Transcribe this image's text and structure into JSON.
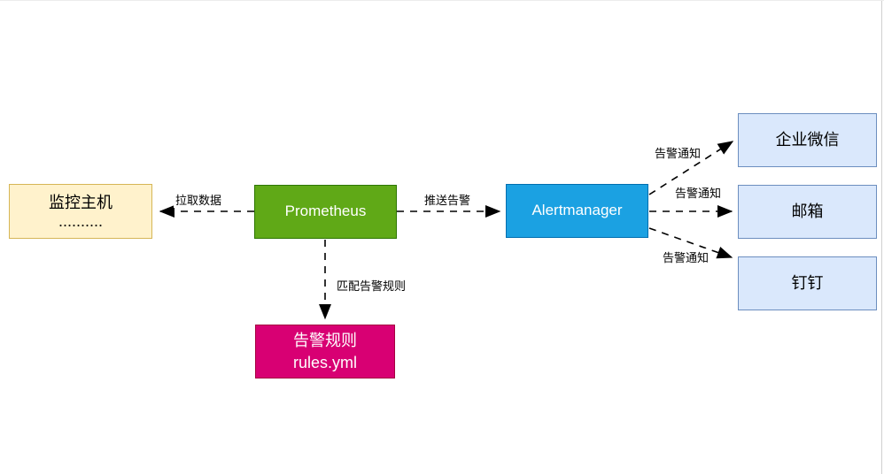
{
  "canvas": {
    "page_border_color": "#cfcfcf"
  },
  "nodes": {
    "monitor_host": {
      "label": "监控主机",
      "sublabel": "..........",
      "fill": "#fff2cc",
      "border": "#d6b656",
      "text_color": "#000000"
    },
    "prometheus": {
      "label": "Prometheus",
      "fill": "#60a917",
      "border": "#2d7600",
      "text_color": "#ffffff"
    },
    "alertmanager": {
      "label": "Alertmanager",
      "fill": "#1ba1e2",
      "border": "#006eaf",
      "text_color": "#ffffff"
    },
    "wechat_work": {
      "label": "企业微信",
      "fill": "#dae8fc",
      "border": "#6c8ebf",
      "text_color": "#000000"
    },
    "email": {
      "label": "邮箱",
      "fill": "#dae8fc",
      "border": "#6c8ebf",
      "text_color": "#000000"
    },
    "dingtalk": {
      "label": "钉钉",
      "fill": "#dae8fc",
      "border": "#6c8ebf",
      "text_color": "#000000"
    },
    "alert_rules": {
      "label": "告警规则",
      "sublabel": "rules.yml",
      "fill": "#d80073",
      "border": "#a50040",
      "text_color": "#ffffff"
    }
  },
  "edges": {
    "pull_data": {
      "label": "拉取数据",
      "from": "prometheus",
      "to": "monitor_host"
    },
    "push_alert": {
      "label": "推送告警",
      "from": "prometheus",
      "to": "alertmanager"
    },
    "match_rules": {
      "label": "匹配告警规则",
      "from": "prometheus",
      "to": "alert_rules"
    },
    "notify_wechat": {
      "label": "告警通知",
      "from": "alertmanager",
      "to": "wechat_work"
    },
    "notify_email": {
      "label": "告警通知",
      "from": "alertmanager",
      "to": "email"
    },
    "notify_dingtalk": {
      "label": "告警通知",
      "from": "alertmanager",
      "to": "dingtalk"
    }
  }
}
